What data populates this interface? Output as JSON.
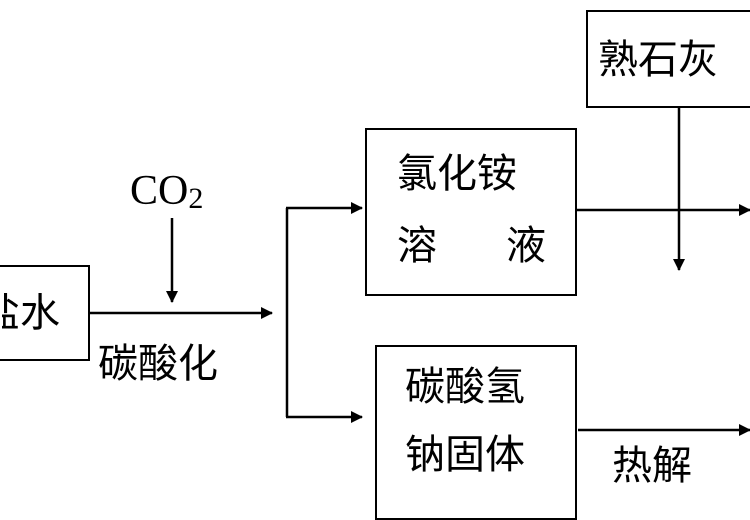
{
  "nodes": {
    "brine": {
      "label": "盐水"
    },
    "lime": {
      "label": "熟石灰"
    },
    "ammonium_chloride": {
      "line1": "氯化铵",
      "line2a": "溶",
      "line2b": "液"
    },
    "bicarbonate": {
      "line1": "碳酸氢",
      "line2": "钠固体"
    }
  },
  "labels": {
    "co2": {
      "base": "CO",
      "sub": "2"
    },
    "carbonation": "碳酸化",
    "pyrolysis": "热解"
  }
}
